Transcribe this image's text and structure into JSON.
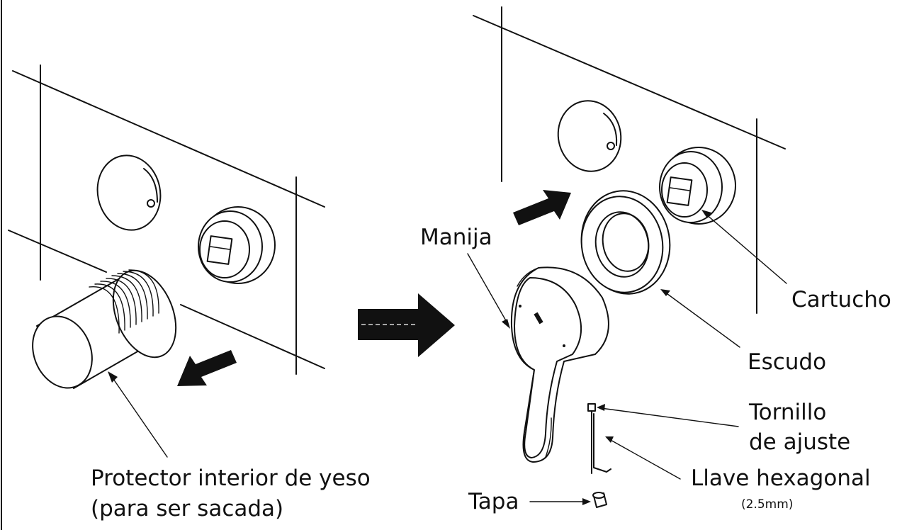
{
  "labels": {
    "protector_line1": "Protector interior de yeso",
    "protector_line2": "(para ser sacada)",
    "manija": "Manija",
    "cartucho": "Cartucho",
    "escudo": "Escudo",
    "tornillo_line1": "Tornillo",
    "tornillo_line2": "de ajuste",
    "llave": "Llave hexagonal",
    "llave_size": "(2.5mm)",
    "tapa": "Tapa"
  }
}
